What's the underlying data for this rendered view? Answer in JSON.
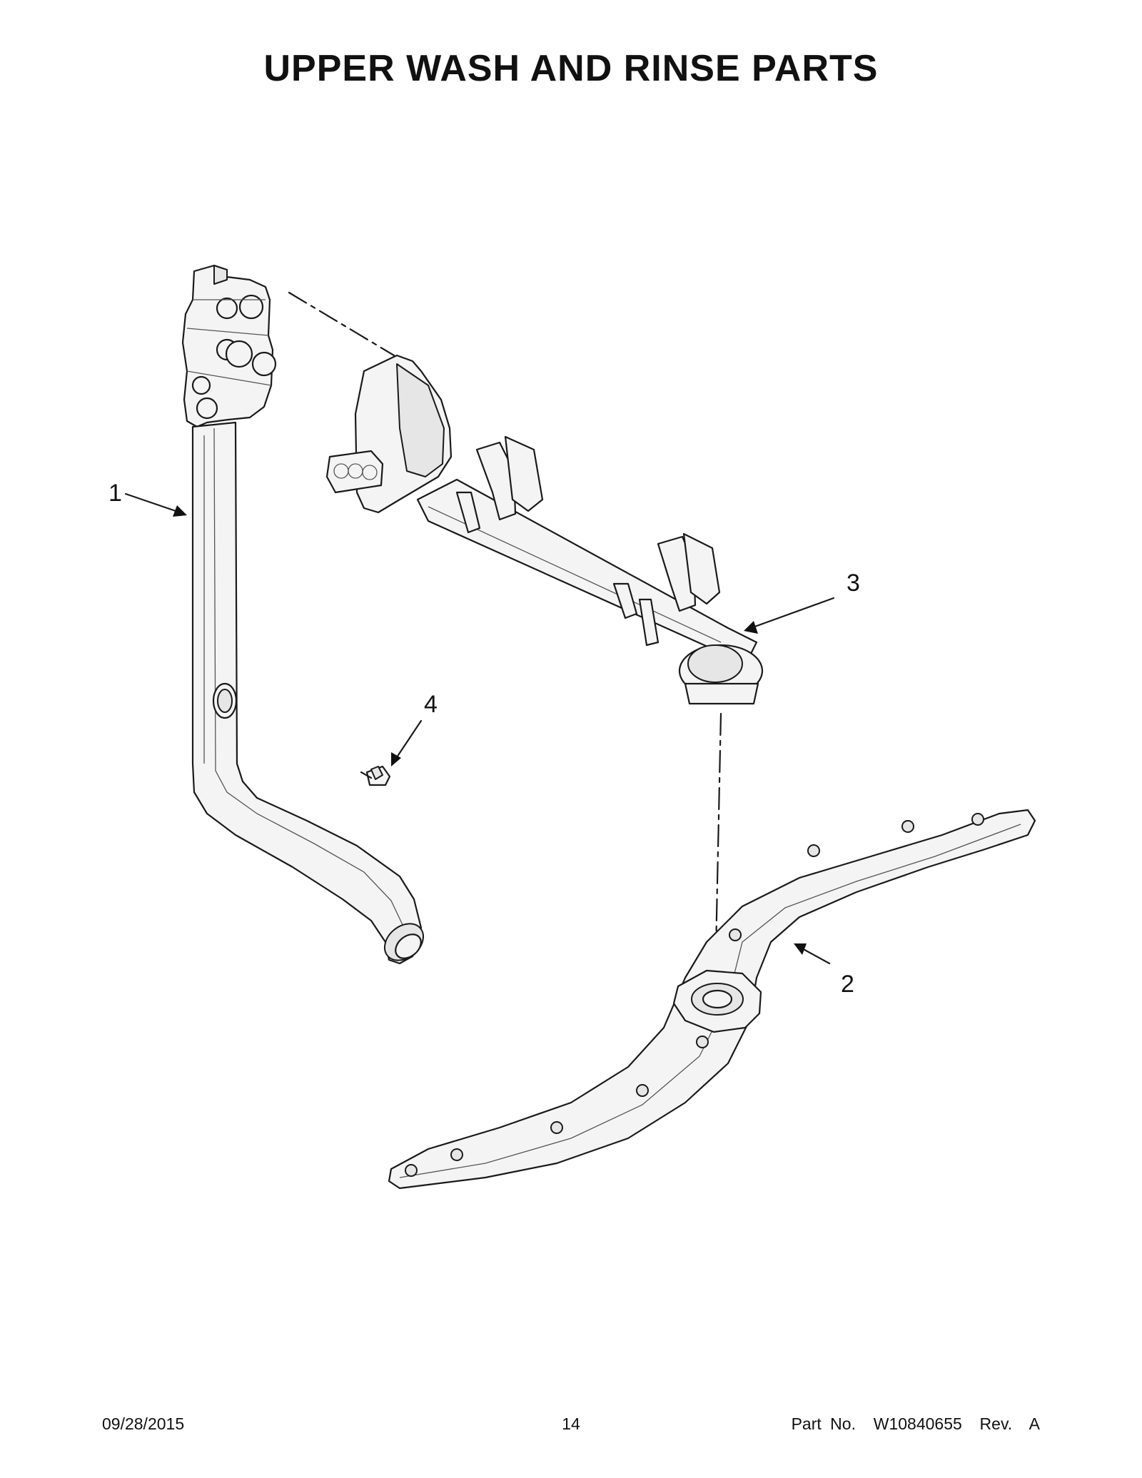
{
  "title": "UPPER WASH AND RINSE PARTS",
  "callouts": [
    "1",
    "2",
    "3",
    "4"
  ],
  "footer": {
    "date": "09/28/2015",
    "page": "14",
    "part": "Part No.  W10840655  Rev.  A"
  }
}
